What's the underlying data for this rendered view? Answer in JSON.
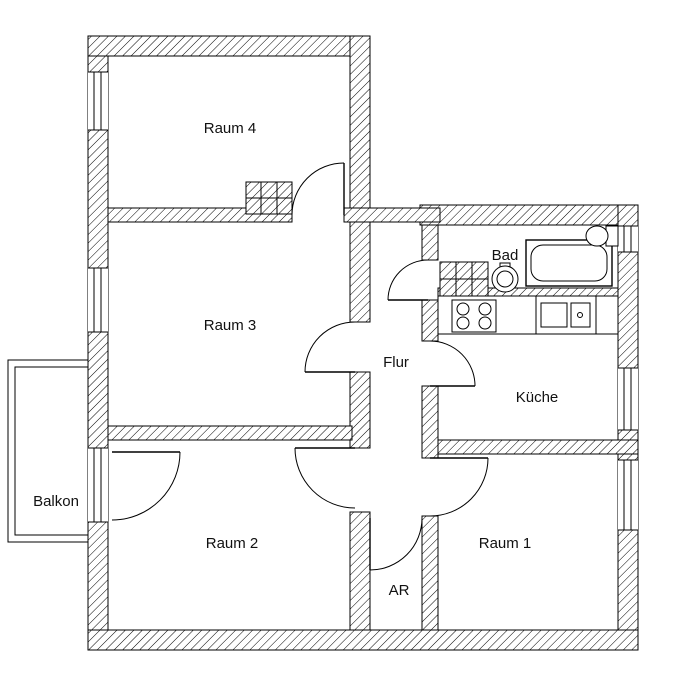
{
  "labels": {
    "raum4": "Raum 4",
    "raum3": "Raum 3",
    "raum2": "Raum 2",
    "raum1": "Raum 1",
    "flur": "Flur",
    "kueche": "Küche",
    "bad": "Bad",
    "balkon": "Balkon",
    "ar": "AR"
  },
  "colors": {
    "line": "#000000",
    "background": "#ffffff"
  }
}
